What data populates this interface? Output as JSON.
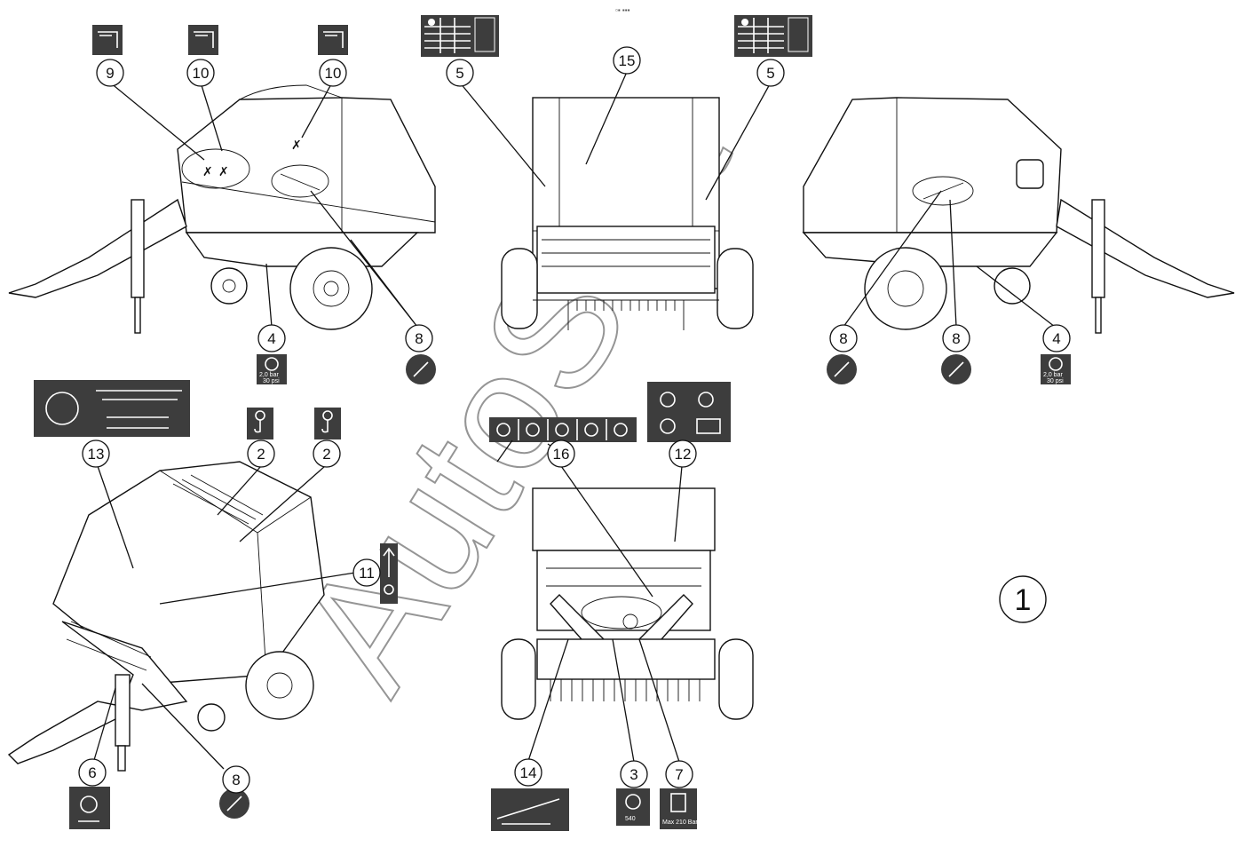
{
  "header": {
    "corner_mark": "▫▪ ▪▪▪"
  },
  "watermark": {
    "text": "AutoSoft",
    "color": "#8a8a8a"
  },
  "colors": {
    "decal": "#3d3d3d",
    "line": "#111111",
    "background": "#ffffff"
  },
  "figure_number": "1",
  "callouts": [
    {
      "id": "c9a",
      "label": "9"
    },
    {
      "id": "c10a",
      "label": "10"
    },
    {
      "id": "c10b",
      "label": "10"
    },
    {
      "id": "c5a",
      "label": "5"
    },
    {
      "id": "c15",
      "label": "15"
    },
    {
      "id": "c5b",
      "label": "5"
    },
    {
      "id": "c4a",
      "label": "4"
    },
    {
      "id": "c8a",
      "label": "8"
    },
    {
      "id": "c8b",
      "label": "8"
    },
    {
      "id": "c8c",
      "label": "8"
    },
    {
      "id": "c4b",
      "label": "4"
    },
    {
      "id": "c13",
      "label": "13"
    },
    {
      "id": "c2a",
      "label": "2"
    },
    {
      "id": "c2b",
      "label": "2"
    },
    {
      "id": "c16",
      "label": "16"
    },
    {
      "id": "c12",
      "label": "12"
    },
    {
      "id": "c11",
      "label": "11"
    },
    {
      "id": "c6",
      "label": "6"
    },
    {
      "id": "c8d",
      "label": "8"
    },
    {
      "id": "c14",
      "label": "14"
    },
    {
      "id": "c3",
      "label": "3"
    },
    {
      "id": "c7",
      "label": "7"
    }
  ],
  "decals": {
    "pressure_a": "2,0 bar",
    "pressure_a_sub": "30 psi",
    "pressure_b": "2,0 bar",
    "pressure_b_sub": "30 psi",
    "pto_speed": "540",
    "hydraulic_max": "Max 210 Bar"
  }
}
